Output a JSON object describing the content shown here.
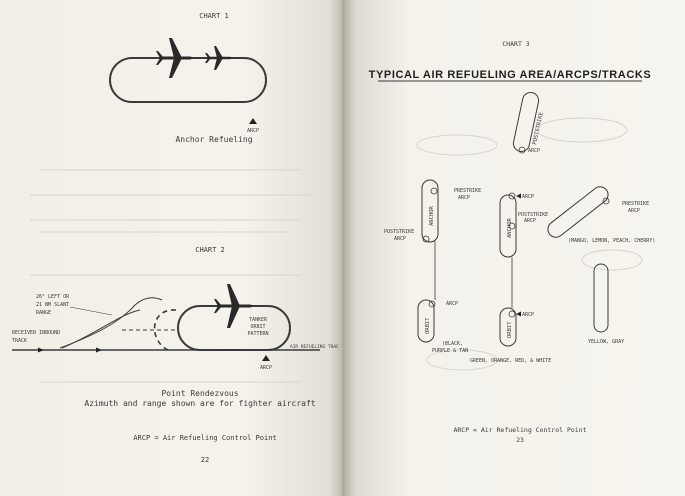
{
  "left_page": {
    "chart1": {
      "heading": "CHART 1",
      "arcp_label": "ARCP",
      "caption": "Anchor Refueling"
    },
    "chart2": {
      "heading": "CHART 2",
      "left_turn_label_1": "26° LEFT OR",
      "left_turn_label_2": "21 NM SLANT",
      "left_turn_label_3": "RANGE",
      "receiver_label_1": "RECEIVER INBOUND",
      "receiver_label_2": "TRACK",
      "tanker_label_1": "TANKER",
      "tanker_label_2": "ORBIT",
      "tanker_label_3": "PATTERN",
      "track_label": "AIR REFUELING TRAC",
      "arcp_label": "ARCP",
      "caption_line_1": "Point Rendezvous",
      "caption_line_2": "Azimuth and range shown are for fighter aircraft"
    },
    "footer": "ARCP = Air Refueling Control Point",
    "page_number": "22"
  },
  "right_page": {
    "heading": "CHART 3",
    "title": "TYPICAL AIR REFUELING AREA/ARCPS/TRACKS",
    "labels": {
      "poststrike_top": "POSTSTRIKE",
      "arcp_top": "ARCP",
      "prestrike_1a": "PRESTRIKE",
      "prestrike_1b": "ARCP",
      "arcp_mid": "ARCP",
      "poststrike_left_a": "POSTSTRIKE",
      "poststrike_left_b": "ARCP",
      "anchor_left": "ANCHOR",
      "poststrike_mid_a": "POSTSTRIKE",
      "poststrike_mid_b": "ARCP",
      "anchor_mid": "ANCHOR",
      "prestrike_right_a": "PRESTRIKE",
      "prestrike_right_b": "ARCP",
      "colors_right": "(MANGO, LEMON, PEACH, CHERRY)",
      "arcp_orbit_left": "ARCP",
      "orbit_left": "ORBIT",
      "black_group_1": "(BLACK,",
      "black_group_2": "PURPLE & TAN",
      "arcp_orbit_mid": "ARCP",
      "orbit_mid": "ORBIT",
      "green_group": "GREEN, ORANGE, RED, & WHITE",
      "yellow_group": "YELLOW, GRAY"
    },
    "footer": "ARCP = Air Refueling Control Point",
    "page_number": "23"
  }
}
